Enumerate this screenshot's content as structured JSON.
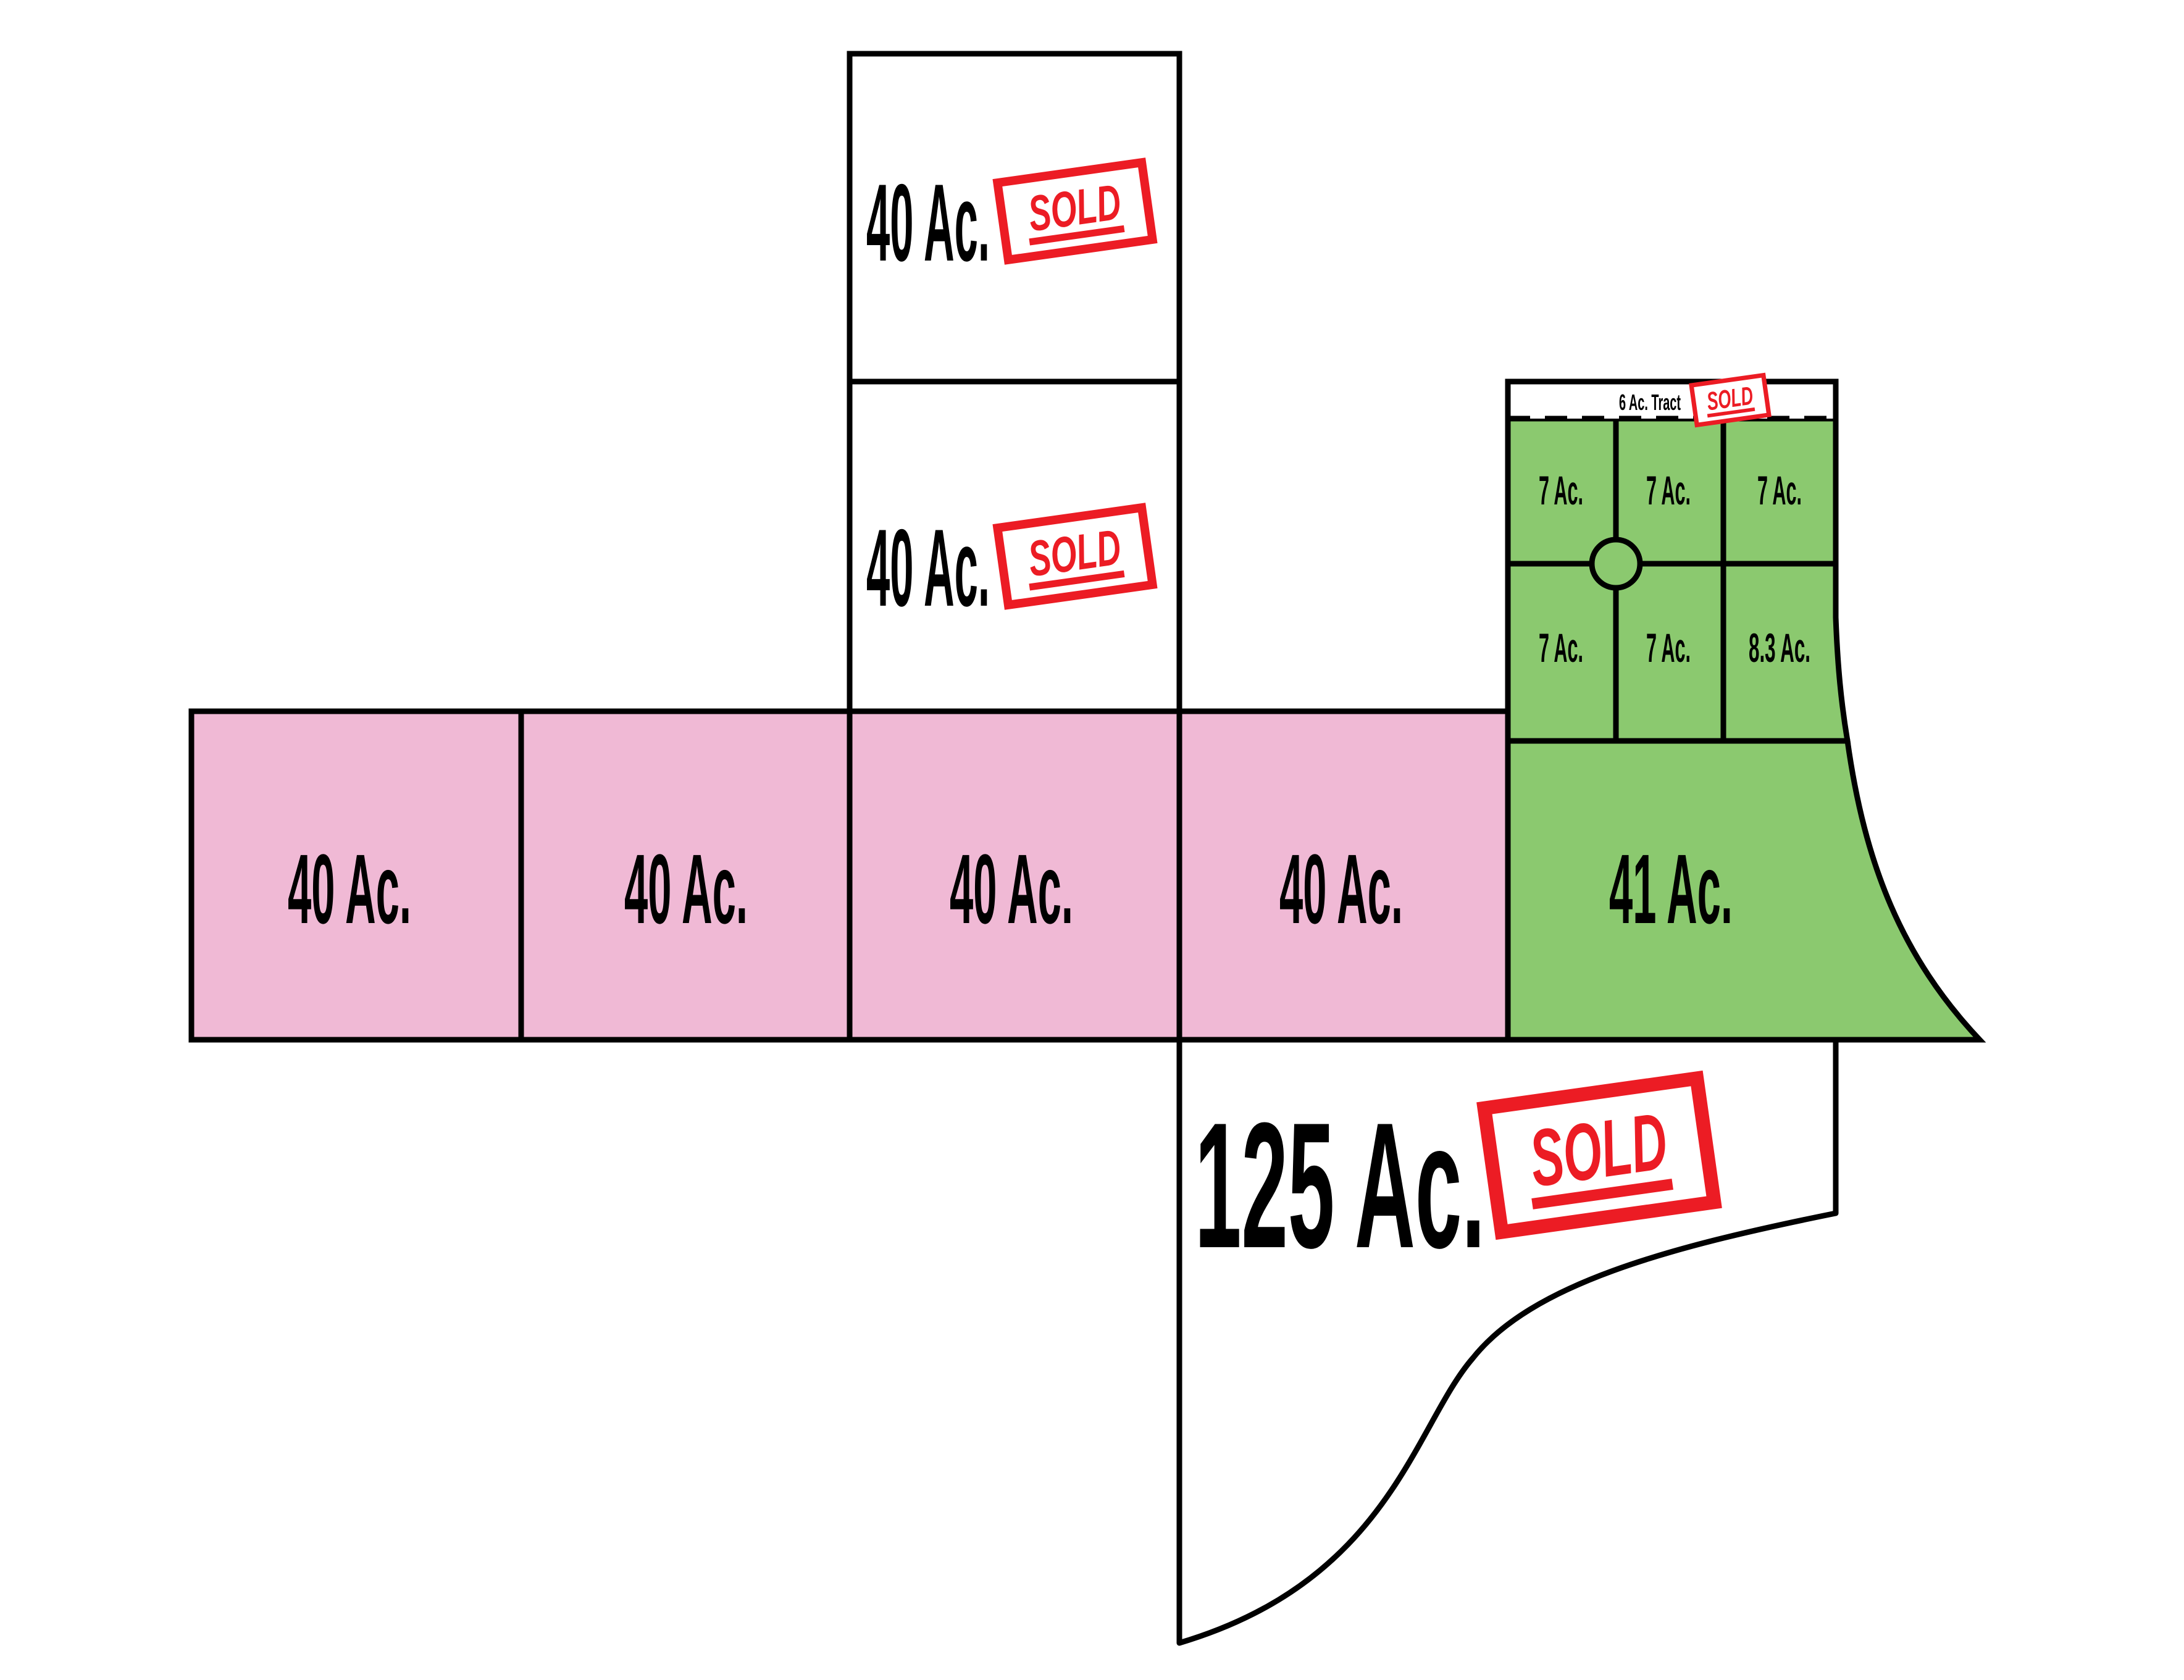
{
  "colors": {
    "available_pink": "#f0b9d5",
    "available_green": "#8bc96f",
    "sold_red": "#ec1c24",
    "outline": "#000000",
    "background": "#ffffff"
  },
  "stamp_text": "SOLD",
  "parcels": {
    "north_upper": {
      "label": "40 Ac.",
      "sold": true
    },
    "north_lower": {
      "label": "40 Ac.",
      "sold": true
    },
    "row_1": {
      "label": "40 Ac.",
      "sold": false
    },
    "row_2": {
      "label": "40 Ac.",
      "sold": false
    },
    "row_3": {
      "label": "40 Ac.",
      "sold": false
    },
    "row_4": {
      "label": "40 Ac.",
      "sold": false
    },
    "east_41": {
      "label": "41 Ac.",
      "sold": false
    },
    "tract_6": {
      "label": "6 Ac. Tract",
      "sold": true
    },
    "lot_a": {
      "label": "7 Ac.",
      "sold": false
    },
    "lot_b": {
      "label": "7 Ac.",
      "sold": false
    },
    "lot_c": {
      "label": "7 Ac.",
      "sold": false
    },
    "lot_d": {
      "label": "7 Ac.",
      "sold": false
    },
    "lot_e": {
      "label": "7 Ac.",
      "sold": false
    },
    "lot_f": {
      "label": "8.3 Ac.",
      "sold": false
    },
    "south_125": {
      "label": "125 Ac.",
      "sold": true
    }
  }
}
